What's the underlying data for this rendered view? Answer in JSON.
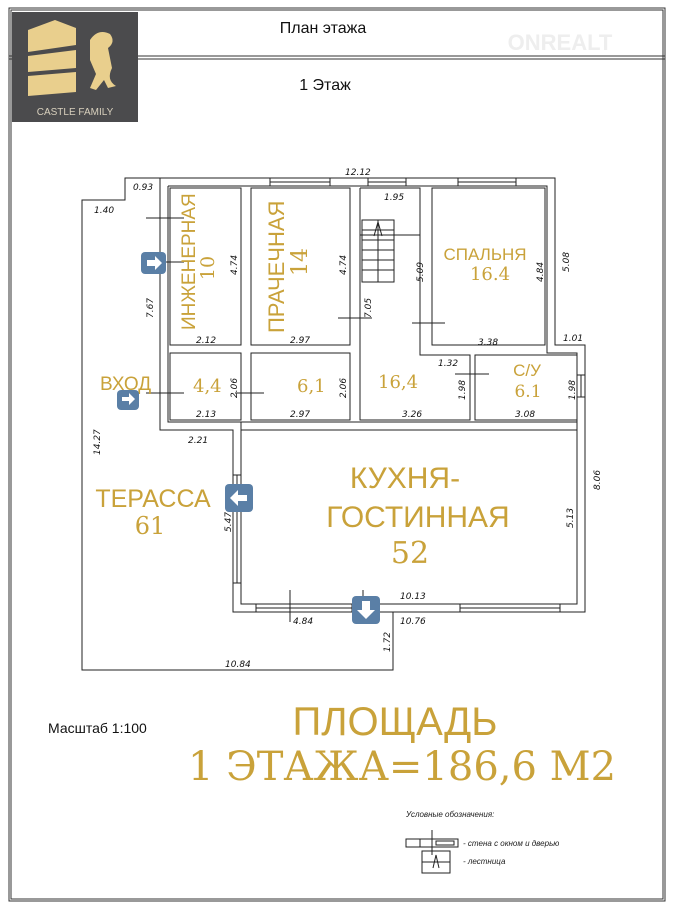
{
  "header": {
    "title": "План этажа",
    "floor": "1 Этаж",
    "logo_text": "CASTLE FAMILY",
    "watermark": "ONREALT"
  },
  "rooms": {
    "engineering": {
      "name": "ИНЖЕНЕРНАЯ",
      "area": "10"
    },
    "laundry": {
      "name": "ПРАЧЕЧНАЯ",
      "area": "14"
    },
    "entrance": {
      "name": "ВХОД",
      "area": "4,4"
    },
    "small_room": {
      "area": "6,1"
    },
    "hall": {
      "area": "16,4"
    },
    "bedroom": {
      "name": "СПАЛЬНЯ",
      "area": "16.4"
    },
    "bathroom": {
      "name": "С/У",
      "area": "6.1"
    },
    "kitchen": {
      "name1": "КУХНЯ-",
      "name2": "ГОСТИННАЯ",
      "area": "52"
    },
    "terrace": {
      "name": "ТЕРАССА",
      "area": "61"
    }
  },
  "dimensions": [
    "12.12",
    "0.93",
    "1.40",
    "7.67",
    "14.27",
    "4.74",
    "4.74",
    "2.12",
    "2.97",
    "2.06",
    "2.06",
    "2.13",
    "2.97",
    "2.21",
    "7.05",
    "1.95",
    "5.09",
    "4.84",
    "5.08",
    "3.38",
    "1.01",
    "1.32",
    "1.98",
    "1.98",
    "3.26",
    "3.08",
    "8.06",
    "5.13",
    "5.47",
    "10.13",
    "4.84",
    "10.76",
    "1.72",
    "10.84"
  ],
  "scale": "Масштаб 1:100",
  "total_area": {
    "line1": "ПЛОЩАДЬ",
    "line2": "1 ЭТАЖА=186,6 М2"
  },
  "legend": {
    "title": "Условные обозначения:",
    "wall": "- стена с окном и дверью",
    "stairs": "- лестница"
  },
  "colors": {
    "gold": "#c9a23a",
    "logo_bg": "#4b4b4d",
    "arrow": "#5a7fa6"
  }
}
